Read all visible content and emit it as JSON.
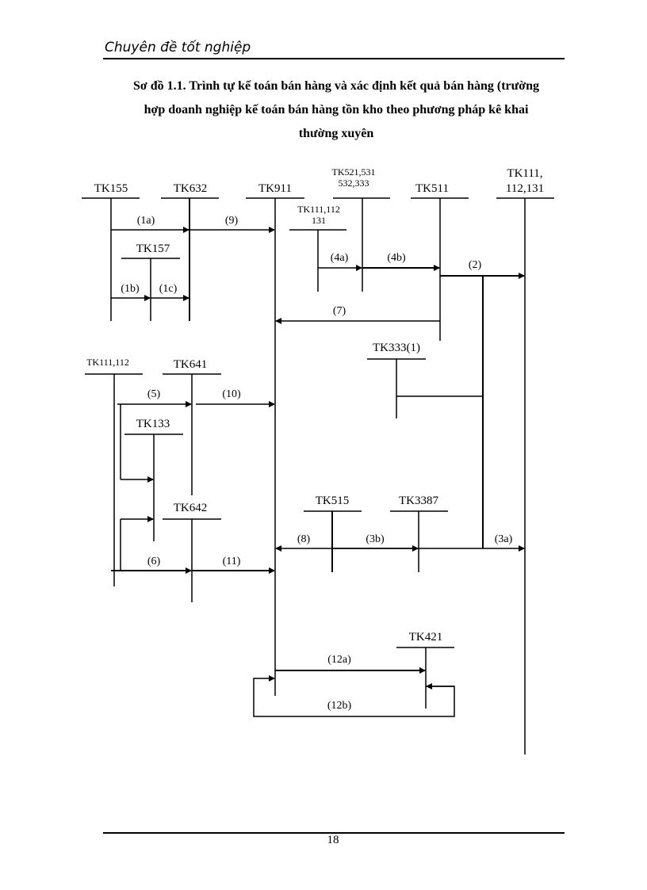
{
  "header": {
    "title": "Chuyên đề tốt nghiệp"
  },
  "diagram": {
    "title_lines": [
      "Sơ đồ 1.1. Trình tự kế toán bán hàng và xác định kết quả bán hàng (trường",
      "hợp doanh nghiệp kế toán bán hàng tồn kho theo phương pháp kê khai",
      "thường xuyên"
    ],
    "accounts": {
      "tk155": "TK155",
      "tk632": "TK632",
      "tk911": "TK911",
      "tk521_l1": "TK521,531",
      "tk521_l2": "532,333",
      "tk511": "TK511",
      "tk111_r_l1": "TK111,",
      "tk111_r_l2": "112,131",
      "tk111_mid_l1": "TK111,112",
      "tk111_mid_l2": "131",
      "tk157": "TK157",
      "tk333": "TK333(1)",
      "tk111_left": "TK111,112",
      "tk641": "TK641",
      "tk133": "TK133",
      "tk642": "TK642",
      "tk515": "TK515",
      "tk3387": "TK3387",
      "tk421": "TK421"
    },
    "steps": {
      "s1a": "(1a)",
      "s9": "(9)",
      "s4a": "(4a)",
      "s4b": "(4b)",
      "s2": "(2)",
      "s1b": "(1b)",
      "s1c": "(1c)",
      "s7": "(7)",
      "s5": "(5)",
      "s10": "(10)",
      "s8": "(8)",
      "s3b": "(3b)",
      "s3a": "(3a)",
      "s6": "(6)",
      "s11": "(11)",
      "s12a": "(12a)",
      "s12b": "(12b)"
    }
  },
  "footer": {
    "page_number": "18"
  }
}
